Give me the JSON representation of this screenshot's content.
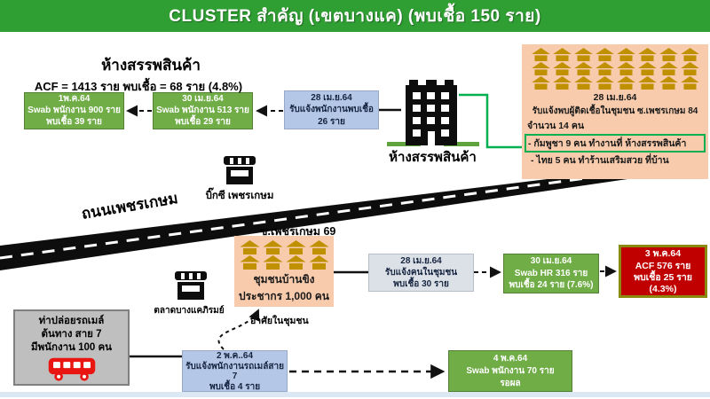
{
  "header": {
    "title": "CLUSTER สำคัญ (เขตบางแค)  (พบเชื้อ 150 ราย)"
  },
  "mall": {
    "heading": "ห้างสรรพสินค้า",
    "acf_line": "ACF = 1413  ราย พบเชื้อ = 68 ราย (4.8%)",
    "box_swab_may1": {
      "lines": [
        "1พ.ค.64",
        "Swab พนักงาน  900 ราย",
        "พบเชื้อ 39 ราย"
      ]
    },
    "box_swab_apr30": {
      "lines": [
        "30 เม.ย.64",
        "Swab พนักงาน  513 ราย",
        "พบเชื้อ 29 ราย"
      ]
    },
    "box_report": {
      "lines": [
        "28 เม.ย.64",
        "รับแจ้งพนักงานพบเชื้อ",
        "26 ราย"
      ]
    },
    "building_label": "ห้างสรรพสินค้า"
  },
  "community84": {
    "house_rows": [
      8,
      8,
      8
    ],
    "date": "28 เม.ย.64",
    "line1": "รับแจ้งพบผู้ติดเชื้อในชุมชน ซ.เพชรเกษม 84",
    "line2": "จำนวน 14 คน",
    "highlight": "- กัมพูชา  9 คน ทำงานที่ ห้างสรรพสินค้า",
    "line3": "- ไทย  5 คน ทำร้านเสริมสวย ที่บ้าน"
  },
  "bigc": {
    "label": "บิ๊กซี  เพชรเกษม"
  },
  "road": {
    "label": "ถนนเพชรเกษม"
  },
  "soi69": {
    "label": "ซ.เพชรเกษม 69"
  },
  "baan_khing": {
    "house_rows": [
      4,
      4
    ],
    "name": "ชุมชนบ้านขิง",
    "population": "ประชากร  1,000 คน"
  },
  "mid_flow": {
    "box_report": {
      "lines": [
        "28 เม.ย.64",
        "รับแจ้งคนในชุมชน",
        "พบเชื้อ 30 ราย"
      ]
    },
    "box_swab": {
      "lines": [
        "30 เม.ย.64",
        "Swab HR 316 ราย",
        "พบเชื้อ 24 ราย (7.6%)"
      ]
    },
    "box_acf": {
      "lines": [
        "3 พ.ค.64",
        "ACF 576 ราย",
        "พบเชื้อ 25 ราย (4.3%)"
      ]
    }
  },
  "market": {
    "label": "ตลาดบางแคภิรมย์"
  },
  "bus_depot": {
    "lines": [
      "ท่าปล่อยรถเมล์",
      "ต้นทาง  สาย 7",
      "มีพนักงาน 100 คน"
    ]
  },
  "bottom_flow": {
    "box_report": {
      "lines": [
        "2 พ.ค..64",
        "รับแจ้งพนักงานรถเมล์สาย 7",
        "พบเชื้อ 4 ราย"
      ]
    },
    "box_swab": {
      "lines": [
        "4 พ.ค.64",
        "Swab พนักงาน  70 ราย",
        "รอผล"
      ]
    },
    "live_label": "อาศัยในชุมชน"
  },
  "colors": {
    "header_green": "#2f9e33",
    "box_green": "#70AD47",
    "box_blue": "#B4C7E7",
    "box_gray_blue": "#DCE1E8",
    "box_red": "#C00000",
    "red_border_yellow": "#8a8a10",
    "orange_panel": "#F8CBAD",
    "house_gold": "#BF9000",
    "connector_green": "#00B050",
    "bus_red": "#E81510",
    "depot_gray": "#BFBFBF",
    "footer_blue": "#dbe7f2",
    "road_black": "#0d0d0d"
  }
}
